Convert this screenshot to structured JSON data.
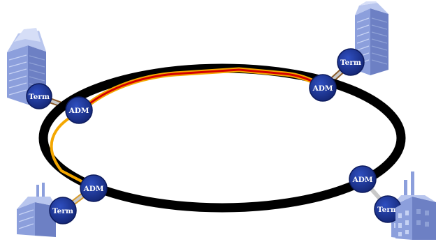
{
  "diagram": {
    "node_labels": {
      "adm": "ADM",
      "term": "Term"
    },
    "nodes": [
      {
        "id": "adm-top-left",
        "label": "ADM",
        "role": "add-drop-multiplexer"
      },
      {
        "id": "adm-top-right",
        "label": "ADM",
        "role": "add-drop-multiplexer"
      },
      {
        "id": "adm-bottom-left",
        "label": "ADM",
        "role": "add-drop-multiplexer"
      },
      {
        "id": "adm-bottom-right",
        "label": "ADM",
        "role": "add-drop-multiplexer"
      },
      {
        "id": "term-top-left",
        "label": "Term",
        "role": "terminal"
      },
      {
        "id": "term-top-right",
        "label": "Term",
        "role": "terminal"
      },
      {
        "id": "term-bottom-left",
        "label": "Term",
        "role": "terminal"
      },
      {
        "id": "term-bottom-right",
        "label": "Term",
        "role": "terminal"
      }
    ],
    "icons": [
      "office-tower-icon",
      "skyscraper-icon",
      "small-building-icon",
      "factory-icon"
    ],
    "colors": {
      "ring": "#000000",
      "path_outer": "#f4a700",
      "path_inner": "#d40000",
      "node_fill": "#1a2f8f",
      "node_stroke": "#0c1a5c",
      "node_text": "#ffffff",
      "building_light": "#b9c6ee",
      "building_mid": "#8c9fdc",
      "building_dark": "#6d80c4"
    }
  }
}
